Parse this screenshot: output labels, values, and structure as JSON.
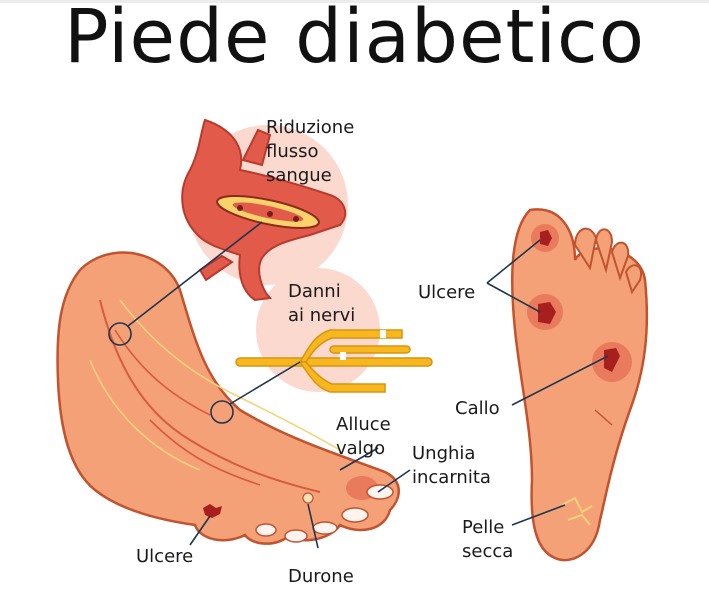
{
  "title": "Piede diabetico",
  "labels": {
    "riduzione": [
      "Riduzione",
      "flusso",
      "sangue"
    ],
    "danni": [
      "Danni",
      "ai nervi"
    ],
    "alluce": [
      "Alluce",
      "valgo"
    ],
    "unghia": [
      "Unghia",
      "incarnita"
    ],
    "ulcere_left": "Ulcere",
    "durone": "Durone",
    "ulcere_right": "Ulcere",
    "callo": "Callo",
    "pelle": [
      "Pelle",
      "secca"
    ]
  },
  "colors": {
    "skin": "#f4a178",
    "skin_outline": "#c2532f",
    "bubble": "#fbd9cf",
    "artery": "#e25a4a",
    "nerve": "#f6b81e",
    "leader": "#1f3550"
  }
}
